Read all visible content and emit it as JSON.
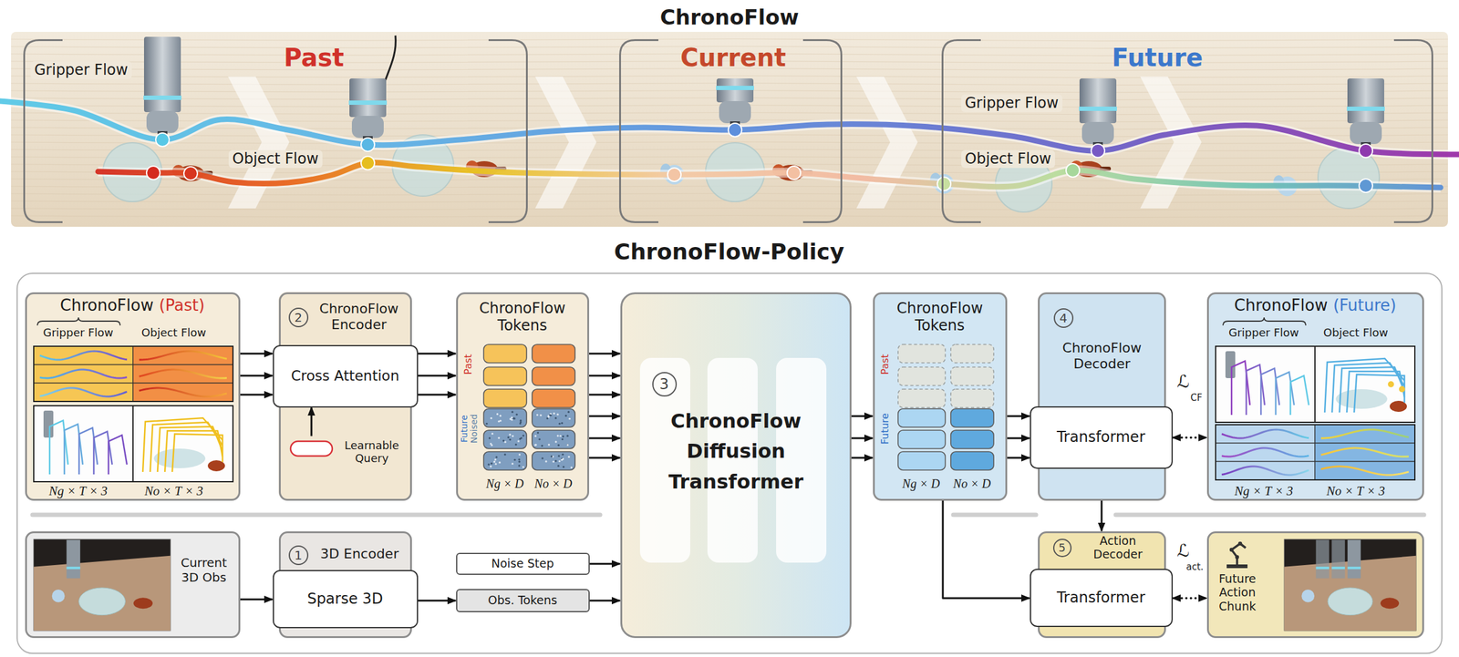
{
  "diagram": {
    "title": "ChronoFlow",
    "nodes": [
      {
        "text": [
          "Past"
        ]
      },
      {
        "text": [
          "Current"
        ]
      },
      {
        "text": [
          "Future"
        ]
      },
      {
        "text": [
          "ChronoFlow-Policy"
        ]
      },
      {
        "text": [
          "ChronoFlow",
          "(Past)",
          "Gripper Flow",
          "Object Flow",
          "Ng × T × 3",
          "No × T × 3"
        ],
        "in": 3
      },
      {
        "text": [
          "2",
          "ChronoFlow Encoder"
        ],
        "in": 3
      },
      {
        "text": [
          "Cross Attention"
        ],
        "in": 5
      },
      {
        "text": [
          "Learnable Query"
        ],
        "in": 5
      },
      {
        "text": [
          "ChronoFlow Tokens",
          "Past",
          "Future",
          "Noised",
          "Ng × D",
          "No × D"
        ],
        "in": 3
      },
      {
        "text": [
          "3",
          "ChronoFlow Diffusion Transformer"
        ],
        "in": 3
      },
      {
        "text": [
          "ChronoFlow Tokens",
          "Past",
          "Future",
          "Ng × D",
          "No × D"
        ],
        "in": 3
      },
      {
        "text": [
          "4",
          "ChronoFlow Decoder"
        ],
        "in": 3
      },
      {
        "text": [
          "Transformer"
        ],
        "in": 11
      },
      {
        "text": [
          "ChronoFlow",
          "(Future)",
          "Gripper Flow",
          "Object Flow",
          "Ng × T × 3",
          "No × T × 3"
        ],
        "in": 3
      },
      {
        "text": [
          "Current 3D Obs"
        ],
        "in": 3
      },
      {
        "text": [
          "1",
          "3D Encoder"
        ],
        "in": 3
      },
      {
        "text": [
          "Sparse 3D"
        ],
        "in": 15
      },
      {
        "text": [
          "Noise Step"
        ],
        "in": 3
      },
      {
        "text": [
          "Obs. Tokens"
        ],
        "in": 3
      },
      {
        "text": [
          "5",
          "Action Decoder"
        ],
        "in": 3
      },
      {
        "text": [
          "Transformer"
        ],
        "in": 19
      },
      {
        "text": [
          "Future Action Chunk"
        ],
        "in": 3
      }
    ],
    "edges": [
      {
        "from": 4,
        "to": 6,
        "arrow": "to"
      },
      {
        "from": 4,
        "to": 6,
        "arrow": "to"
      },
      {
        "from": 4,
        "to": 6,
        "arrow": "to"
      },
      {
        "from": 7,
        "to": 6,
        "arrow": "to"
      },
      {
        "from": 6,
        "to": 8,
        "arrow": "to"
      },
      {
        "from": 6,
        "to": 8,
        "arrow": "to"
      },
      {
        "from": 6,
        "to": 8,
        "arrow": "to"
      },
      {
        "from": 8,
        "to": 9,
        "arrow": "to"
      },
      {
        "from": 8,
        "to": 9,
        "arrow": "to"
      },
      {
        "from": 8,
        "to": 9,
        "arrow": "to"
      },
      {
        "from": 8,
        "to": 9,
        "arrow": "to"
      },
      {
        "from": 8,
        "to": 9,
        "arrow": "to"
      },
      {
        "from": 8,
        "to": 9,
        "arrow": "to"
      },
      {
        "from": 17,
        "to": 9,
        "arrow": "to"
      },
      {
        "from": 18,
        "to": 9,
        "arrow": "to"
      },
      {
        "from": 14,
        "to": 16,
        "arrow": "to"
      },
      {
        "from": 16,
        "to": 18,
        "arrow": "to"
      },
      {
        "from": 9,
        "to": 10,
        "arrow": "to"
      },
      {
        "from": 9,
        "to": 10,
        "arrow": "to"
      },
      {
        "from": 9,
        "to": 10,
        "arrow": "to"
      },
      {
        "from": 10,
        "to": 12,
        "arrow": "to"
      },
      {
        "from": 10,
        "to": 12,
        "arrow": "to"
      },
      {
        "from": 10,
        "to": 12,
        "arrow": "to"
      },
      {
        "from": 12,
        "to": 13,
        "arrow": "both"
      },
      {
        "from": 11,
        "to": 19,
        "arrow": "to"
      },
      {
        "from": 10,
        "to": 20,
        "arrow": "to"
      },
      {
        "from": 20,
        "to": 21,
        "arrow": "both"
      }
    ],
    "labels": [
      "Gripper Flow",
      "Object Flow",
      "Gripper Flow",
      "Object Flow",
      "ℒ",
      "CF",
      "ℒ",
      "act."
    ]
  }
}
